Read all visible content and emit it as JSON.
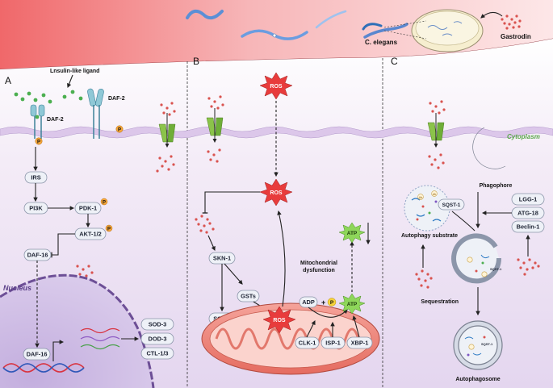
{
  "top": {
    "organism_label": "C. elegans",
    "compound_label": "Gastrodin"
  },
  "panels": [
    {
      "letter": "A"
    },
    {
      "letter": "B"
    },
    {
      "letter": "C"
    }
  ],
  "panel_a": {
    "ligand_label": "Lnsulin-like ligand",
    "receptor1": "DAF-2",
    "receptor2": "DAF-2",
    "phospho": "P",
    "irs": "IRS",
    "pi3k": "PI3K",
    "pdk1": "PDK-1",
    "akt": "AKT-1/2",
    "daf16_cyto": "DAF-16",
    "nucleus_label": "Nucleus",
    "daf16_nuc": "DAF-16",
    "targets": [
      "SOD-3",
      "DOD-3",
      "CTL-1/3"
    ]
  },
  "panel_b": {
    "ros_top": "ROS",
    "ros_mid": "ROS",
    "ros_mito": "ROS",
    "skn1": "SKN-1",
    "gsts": "GSTs",
    "sod3": "SOD-3",
    "mito_label": "Mitochondrial dysfunction",
    "atp_top": "ATP",
    "adp": "ADP",
    "plus": "+",
    "p": "P",
    "atp": "ATP",
    "clk1": "CLK-1",
    "isp1": "ISP-1",
    "xbp1": "XBP-1"
  },
  "panel_c": {
    "cytoplasm_label": "Cytoplasm",
    "phagophore": "Phagophore",
    "sqst1": "SQST-1",
    "substrate_label": "Autophagy substrate",
    "lgg1": "LGG-1",
    "atg18": "ATG-18",
    "beclin1": "Beclin-1",
    "sequestration": "Sequestration",
    "autophagosome": "Autophagosome",
    "ub": "Ub",
    "sqst_inner1": "SQST-1",
    "sqst_inner2": "SQST-1"
  }
}
